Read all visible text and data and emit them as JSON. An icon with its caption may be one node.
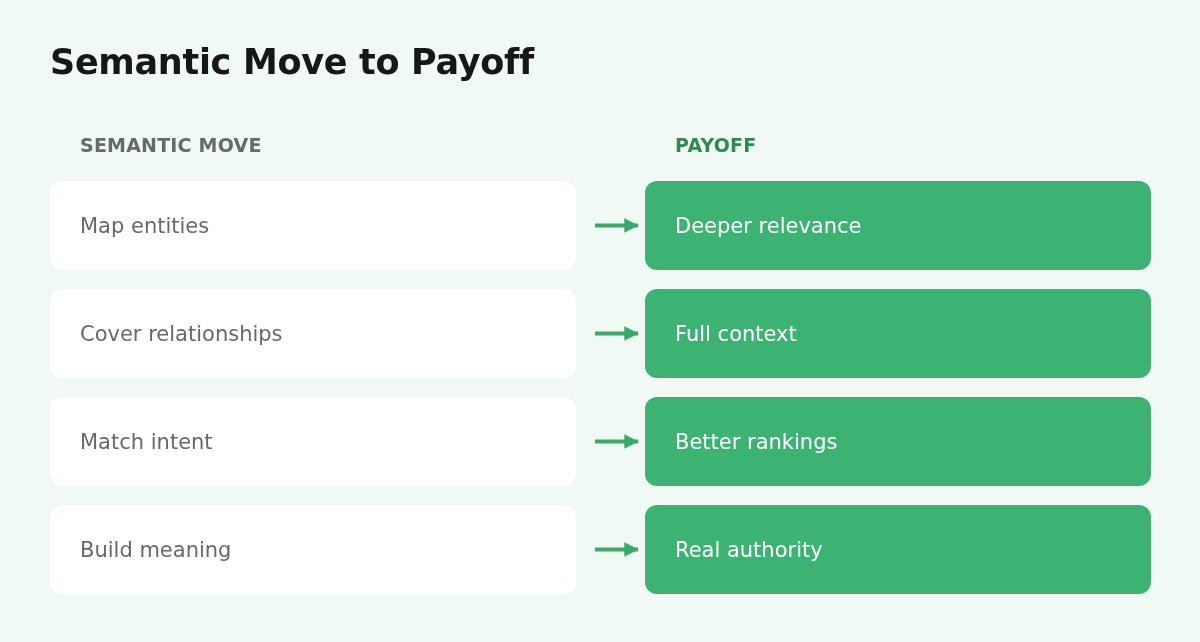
{
  "diagram": {
    "title": "Semantic Move to Payoff",
    "nodes": [
      {
        "text": [
          "Map entities"
        ]
      },
      {
        "text": [
          "Cover relationships"
        ]
      },
      {
        "text": [
          "Match intent"
        ]
      },
      {
        "text": [
          "Build meaning"
        ]
      },
      {
        "text": [
          "Deeper relevance"
        ]
      },
      {
        "text": [
          "Full context"
        ]
      },
      {
        "text": [
          "Better rankings"
        ]
      },
      {
        "text": [
          "Real authority"
        ]
      }
    ],
    "edges": [
      {
        "from": 0,
        "to": 4,
        "arrow": "to"
      },
      {
        "from": 1,
        "to": 5,
        "arrow": "to"
      },
      {
        "from": 2,
        "to": 6,
        "arrow": "to"
      },
      {
        "from": 3,
        "to": 7,
        "arrow": "to"
      }
    ],
    "labels": [
      "SEMANTIC MOVE",
      "PAYOFF"
    ]
  }
}
